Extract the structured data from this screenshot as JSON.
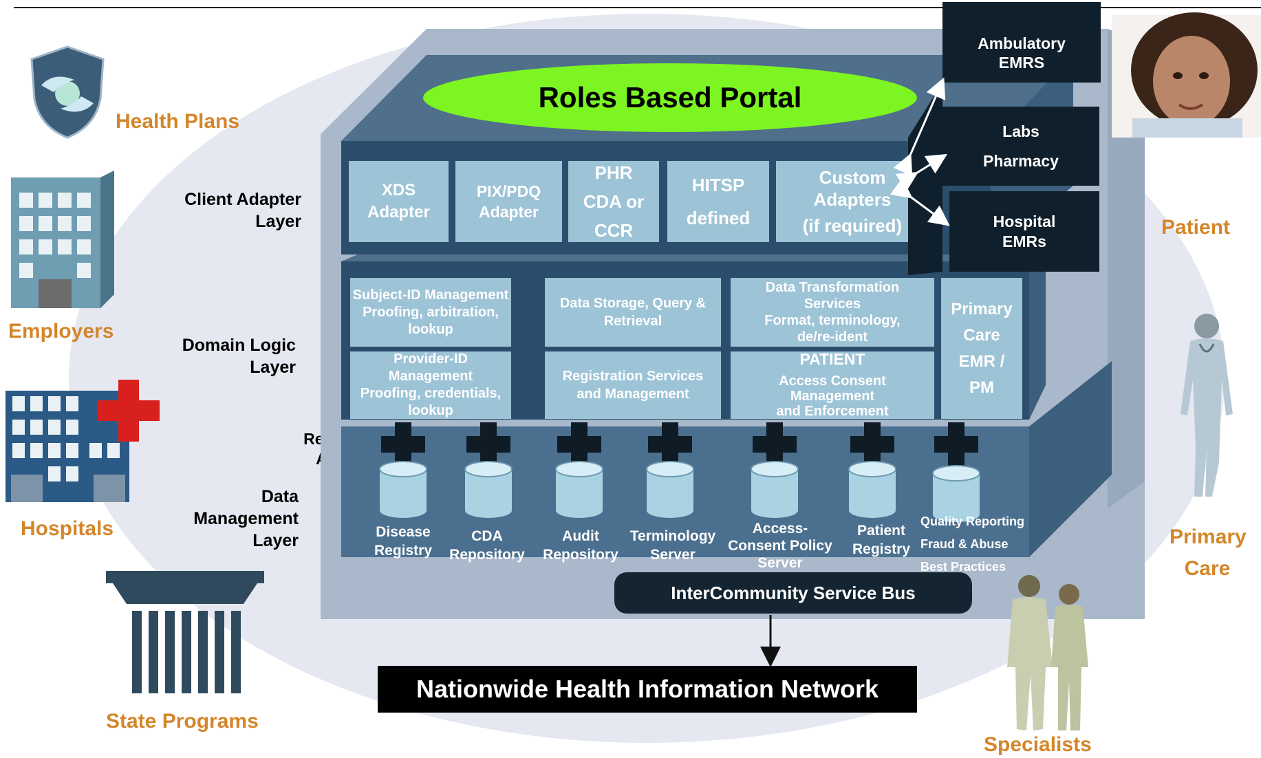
{
  "left_groups": {
    "health_plans": "Health Plans",
    "employers": "Employers",
    "hospitals": "Hospitals",
    "state_programs": "State Programs"
  },
  "right_groups": {
    "patient": "Patient",
    "primary_care": [
      "Primary",
      "Care"
    ],
    "specialists": "Specialists"
  },
  "layers": {
    "client": [
      "Client Adapter",
      "Layer"
    ],
    "domain": [
      "Domain Logic",
      "Layer"
    ],
    "resource": [
      "Resource",
      "Adapter"
    ],
    "data": [
      "Data",
      "Management",
      "Layer"
    ]
  },
  "portal": "Roles Based Portal",
  "client_adapters": [
    [
      "XDS",
      "Adapter"
    ],
    [
      "PIX/PDQ",
      "Adapter"
    ],
    [
      "PHR",
      "CDA or",
      "CCR"
    ],
    [
      "HITSP",
      "defined"
    ],
    [
      "Custom",
      "Adapters",
      "(if required)"
    ]
  ],
  "domain_services": {
    "subject_id": [
      "Subject-ID Management",
      "Proofing, arbitration,",
      "lookup"
    ],
    "data_storage": [
      "Data Storage, Query &",
      "Retrieval"
    ],
    "data_transformation": [
      "Data Transformation",
      "Services",
      "Format, terminology,",
      "de/re-ident"
    ],
    "provider_id": [
      "Provider-ID Management",
      "Proofing, credentials,",
      "lookup"
    ],
    "registration": [
      "Registration Services",
      "and Management"
    ],
    "patient_consent": [
      "PATIENT",
      "Access Consent",
      "Management",
      "and Enforcement"
    ],
    "primary_care_emr": [
      "Primary",
      "Care",
      "EMR /",
      "PM"
    ]
  },
  "repositories": [
    [
      "Disease",
      "Registry"
    ],
    [
      "CDA",
      "Repository"
    ],
    [
      "Audit",
      "Repository"
    ],
    [
      "Terminology",
      "Server"
    ],
    [
      "Access-",
      "Consent Policy",
      "Server"
    ],
    [
      "Patient",
      "Registry"
    ]
  ],
  "extra_repository": [
    "Quality Reporting",
    "Fraud & Abuse",
    "Best Practices"
  ],
  "external_systems": {
    "ambulatory": [
      "Ambulatory",
      "EMRS"
    ],
    "labs": [
      "Labs",
      "Pharmacy"
    ],
    "hospital": [
      "Hospital",
      "EMRs"
    ]
  },
  "service_bus": "InterCommunity Service Bus",
  "nhin": "Nationwide Health Information Network",
  "colors": {
    "label_orange": "#d4862a",
    "portal_green": "#7df522",
    "box_blue": "#9dc3d6",
    "dark_navy": "#0f1f2b"
  }
}
